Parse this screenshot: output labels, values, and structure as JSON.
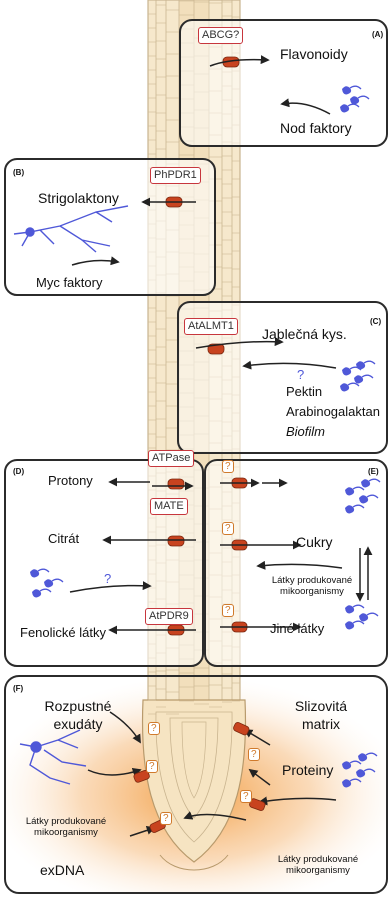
{
  "panels": {
    "A": {
      "letter": "(A)",
      "transporter": "ABCG?",
      "labels": [
        "Flavonoidy",
        "Nod faktory"
      ]
    },
    "B": {
      "letter": "(B)",
      "transporter": "PhPDR1",
      "labels": [
        "Strigolaktony",
        "Myc faktory"
      ]
    },
    "C": {
      "letter": "(C)",
      "transporter": "AtALMT1",
      "labels": [
        "Jablečná kys.",
        "?",
        "Pektin",
        "Arabinogalaktan",
        "Biofilm"
      ]
    },
    "D": {
      "letter": "(D)",
      "transporters": [
        "ATPase",
        "MATE",
        "AtPDR9"
      ],
      "labels": [
        "Protony",
        "Citrát",
        "?",
        "Fenolické látky"
      ]
    },
    "E": {
      "letter": "(E)",
      "qmarks": [
        "?",
        "?",
        "?"
      ],
      "labels": [
        "Cukry",
        "Látky produkované mikoorganismy",
        "Jiné látky"
      ]
    },
    "F": {
      "letter": "(F)",
      "qmarks": [
        "?",
        "?",
        "?",
        "?",
        "?"
      ],
      "labels": [
        "Rozpustné exudáty",
        "Slizovitá matrix",
        "Proteiny",
        "Látky produkované mikoorganismy",
        "exDNA",
        "Látky produkované mikoorganismy"
      ]
    }
  },
  "colors": {
    "root": "#f5e6c8",
    "root_line": "#b8a27c",
    "panel_border": "#2b2b2b",
    "transporter": "#c8431f",
    "transporter_box": "#c7363d",
    "microbe": "#4f58d8",
    "glow": "#f4a24a"
  }
}
